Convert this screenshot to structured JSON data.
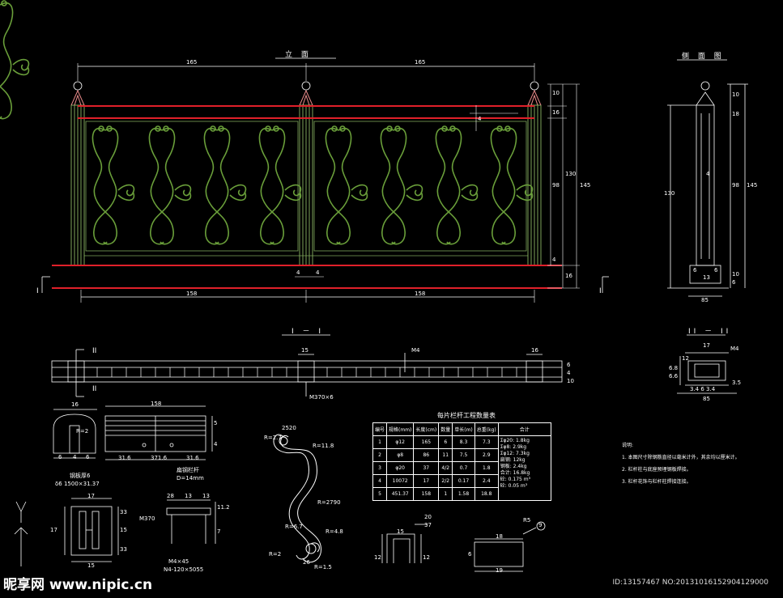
{
  "views": {
    "elevation_title": "立 面",
    "side_title": "侧 面 图",
    "section_1_title": "I － I",
    "section_2_title": "II － II",
    "section_mark_1": "I",
    "section_mark_2": "II"
  },
  "elevation_dims": {
    "top_left": "165",
    "top_right": "165",
    "bottom_left": "158",
    "bottom_right": "158",
    "right_total": "145",
    "right_height": "130",
    "right_mid": "98",
    "right_top": "10",
    "right_top2": "16",
    "right_small": "4",
    "right_bottom": "16",
    "base_small_1": "4",
    "base_small_2": "4",
    "rail_label": "4"
  },
  "side_dims": {
    "height_left": "130",
    "mid": "98",
    "total": "145",
    "top": "10",
    "top2": "18",
    "base_a": "6",
    "base_b": "13",
    "base_c": "6",
    "width": "85",
    "small": "4",
    "bot1": "10",
    "bot2": "6"
  },
  "section_1": {
    "label_15": "15",
    "label_m": "M4",
    "label_16": "16",
    "label_bottom": "M370×6",
    "right_1": "6",
    "right_2": "4",
    "right_3": "10"
  },
  "section_2": {
    "top": "17",
    "m_label": "M4",
    "left_a": "12",
    "left_b": "6.8",
    "left_c": "6.6",
    "bottom_dims": "3.4  6  3.4",
    "width": "85",
    "right": "3.5"
  },
  "details": {
    "d1_width": "16",
    "d1_r": "R=2",
    "d1_a": "6",
    "d1_b": "4",
    "d1_c": "6",
    "d1_note": "钢板厚6",
    "d1_spec": "δ6 1500×31.37",
    "d2_width": "158",
    "d2_h1": "5",
    "d2_h2": "4",
    "d2_a": "31.6",
    "d2_b": "371.6",
    "d2_c": "31.6",
    "d2_note": "扁钢栏杆",
    "d2_spec": "D=14mm",
    "d3_top": "17",
    "d3_a": "33",
    "d3_b": "15",
    "d3_c": "33",
    "d3_h": "17",
    "d3_bottom": "15",
    "d4_top": "13",
    "d4_a": "28",
    "d4_b": "13",
    "d4_label": "M370",
    "d4_h1": "11.2",
    "d4_h2": "7",
    "d4_note": "M4×45",
    "d4_spec": "N4-120×5055",
    "scroll_r1": "R=2.7",
    "scroll_r2": "R=11.8",
    "scroll_r3": "R=2790",
    "scroll_r4": "R=1.5",
    "scroll_r5": "R=6.7",
    "scroll_r6": "R=2",
    "scroll_r7": "R=4.8",
    "scroll_top": "2520",
    "scroll_bot": "26",
    "channel_top": "20",
    "channel_top2": "37",
    "channel_width": "15",
    "channel_h": "12",
    "channel_h2": "12",
    "plate_w": "18",
    "plate_w2": "19",
    "plate_h": "6",
    "plate_mark": "9",
    "plate_r": "R5"
  },
  "table": {
    "title": "每片栏杆工程数量表",
    "headers": [
      "编号",
      "规格(mm)",
      "长度(cm)",
      "数量",
      "单长(m)",
      "总重(kg)",
      "合计"
    ],
    "rows": [
      [
        "1",
        "φ12",
        "165",
        "6",
        "8.3",
        "7.3"
      ],
      [
        "2",
        "φ8",
        "86",
        "11",
        "7.5",
        "2.9"
      ],
      [
        "3",
        "φ20",
        "37",
        "4/2",
        "0.7",
        "1.8"
      ],
      [
        "4",
        "10072",
        "17",
        "2/2",
        "0.17",
        "2.4"
      ],
      [
        "5",
        "451.37",
        "158",
        "1",
        "1.58",
        "18.8"
      ]
    ],
    "totals": [
      "Σφ20: 1.8kg",
      "Σφ8: 2.9kg",
      "Σφ12: 7.3kg",
      "扁钢: 12kg",
      "钢板: 2.4kg",
      "合计: 16.8kg",
      "砼: 0.175 m³",
      "砼: 0.05 m³"
    ]
  },
  "notes": {
    "heading": "说明:",
    "lines": [
      "1. 本图尺寸除钢筋直径以毫米计外，其余均以厘米计。",
      "2. 栏杆柱与底座预埋钢板焊接。",
      "3. 栏杆花饰与栏杆柱焊接连接。"
    ]
  },
  "watermark": {
    "brand": "昵享网 www.nipic.cn",
    "id": "ID:13157467 NO:20131016152904129000"
  },
  "colors": {
    "background": "#000000",
    "line": "#ffffff",
    "rail": "#e0202a",
    "ornament": "#6a9f3a",
    "post": "#7ea55a",
    "cap": "#e88a8a"
  }
}
